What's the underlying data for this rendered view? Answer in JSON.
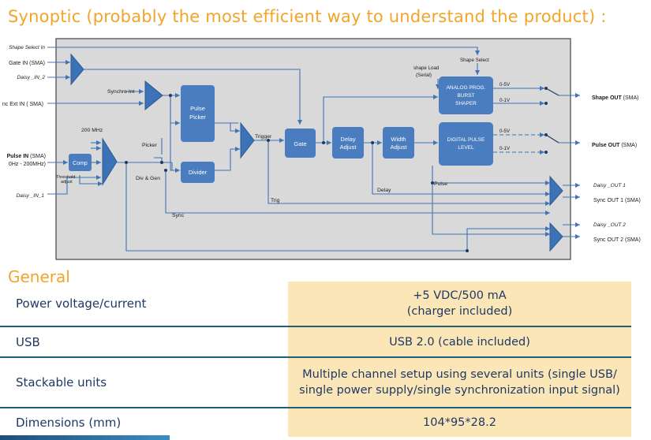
{
  "page": {
    "title": "Synoptic (probably the most efficient way to understand the product) :",
    "section_title": "General"
  },
  "diagram": {
    "inputs": {
      "shape_select_in": "Shape Select In",
      "gate_in": "Gate IN (SMA)",
      "daisy_in_2": "Daisy _IN_2",
      "sync_ext_in": "nc Ext IN ( SMA)",
      "pulse_in_bold": "Pulse IN",
      "pulse_in_suffix": " (SMA)",
      "pulse_in_range": "0Hz - 200MHz)",
      "daisy_in_1": "Daisy _IN_1"
    },
    "labels": {
      "synchro_int": "Synchro Int",
      "mhz": "200 MHz",
      "picker": "Picker",
      "div_gen": "Div & Gen",
      "threshold_1": "Threshold",
      "threshold_2": "adjust",
      "trigger": "Trigger",
      "shape_load_1": "shape Load",
      "shape_load_2": "(Serial)",
      "shape_select": "Shape Select",
      "v05_a": "0-5V",
      "v01_a": "0-1V",
      "v05_b": "0-5V",
      "v01_b": "0-1V",
      "pulse": "Pulse",
      "delay": "Delay",
      "trig": "Trig",
      "sync": "Sync"
    },
    "blocks": {
      "comp": "Comp",
      "pulse_picker_1": "Pulse",
      "pulse_picker_2": "Picker",
      "divider": "Divider",
      "gate": "Gate",
      "delay_adjust_1": "Delay",
      "delay_adjust_2": "Adjust",
      "width_adjust_1": "Width",
      "width_adjust_2": "Adjust",
      "analog_1": "ANALOG PROG.",
      "analog_2": "BURST",
      "analog_3": "SHAPER",
      "digital_1": "DIGITAL PULSE",
      "digital_2": "LEVEL"
    },
    "outputs": {
      "shape_out_bold": "Shape OUT",
      "shape_out_suffix": " (SMA)",
      "pulse_out_bold": "Pulse OUT",
      "pulse_out_suffix": " (SMA)",
      "daisy_out_1": "Daisy _OUT 1",
      "sync_out_1": "Sync OUT 1 (SMA)",
      "daisy_out_2": "Daisy _OUT 2",
      "sync_out_2": "Sync OUT 2 (SMA)"
    }
  },
  "specs": [
    {
      "label": "Power voltage/current",
      "value_1": "+5 VDC/500 mA",
      "value_2": "(charger included)"
    },
    {
      "label": "USB",
      "value_1": "USB 2.0 (cable included)",
      "value_2": ""
    },
    {
      "label": "Stackable units",
      "value_1": "Multiple channel setup using several units (single USB/",
      "value_2": "single power supply/single synchronization input signal)"
    },
    {
      "label": "Dimensions (mm)",
      "value_1": "104*95*28.2",
      "value_2": ""
    }
  ],
  "colors": {
    "accent_orange": "#f1a52a",
    "text_navy": "#1f3864",
    "block_blue": "#4a7dbf",
    "value_bg": "#fbe6b8",
    "diagram_bg": "#d9d9d9"
  }
}
